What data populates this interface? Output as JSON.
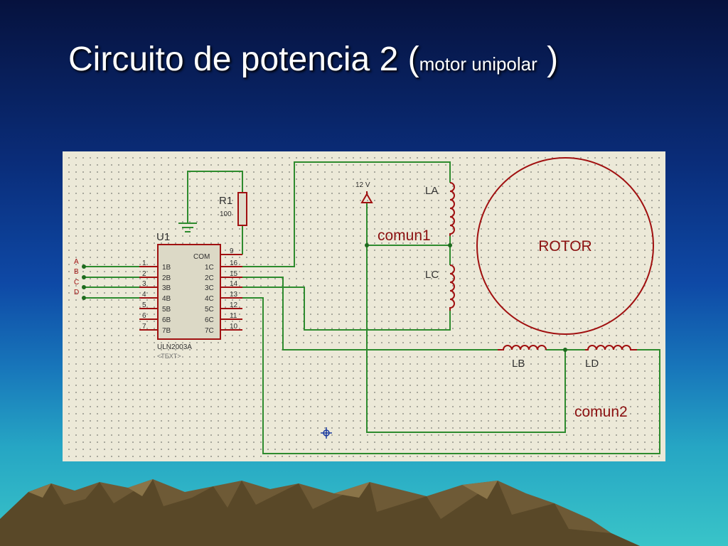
{
  "slide": {
    "title_main": "Circuito de potencia 2 (",
    "title_small": "motor unipolar",
    "title_end": " )"
  },
  "schematic": {
    "chip": {
      "ref": "U1",
      "part": "ULN2003A",
      "text_placeholder": "<TEXT>",
      "com_label": "COM",
      "left_pins": [
        {
          "num": "1",
          "name": "1B"
        },
        {
          "num": "2",
          "name": "2B"
        },
        {
          "num": "3",
          "name": "3B"
        },
        {
          "num": "4",
          "name": "4B"
        },
        {
          "num": "5",
          "name": "5B"
        },
        {
          "num": "6",
          "name": "6B"
        },
        {
          "num": "7",
          "name": "7B"
        }
      ],
      "right_pins": [
        {
          "num": "16",
          "name": "1C"
        },
        {
          "num": "15",
          "name": "2C"
        },
        {
          "num": "14",
          "name": "3C"
        },
        {
          "num": "13",
          "name": "4C"
        },
        {
          "num": "12",
          "name": "5C"
        },
        {
          "num": "11",
          "name": "6C"
        },
        {
          "num": "10",
          "name": "7C"
        }
      ],
      "com_pin": "9"
    },
    "inputs": [
      "A",
      "B",
      "C",
      "D"
    ],
    "resistor": {
      "ref": "R1",
      "value": "100"
    },
    "supply": "12 V",
    "coils": {
      "la": "LA",
      "lc": "LC",
      "lb": "LB",
      "ld": "LD"
    },
    "commons": {
      "c1": "comun1",
      "c2": "comun2"
    },
    "rotor": "ROTOR",
    "colors": {
      "wire": "#2e8b2e",
      "component": "#a01010",
      "label": "#8b1010",
      "background": "#ece9d8"
    }
  }
}
